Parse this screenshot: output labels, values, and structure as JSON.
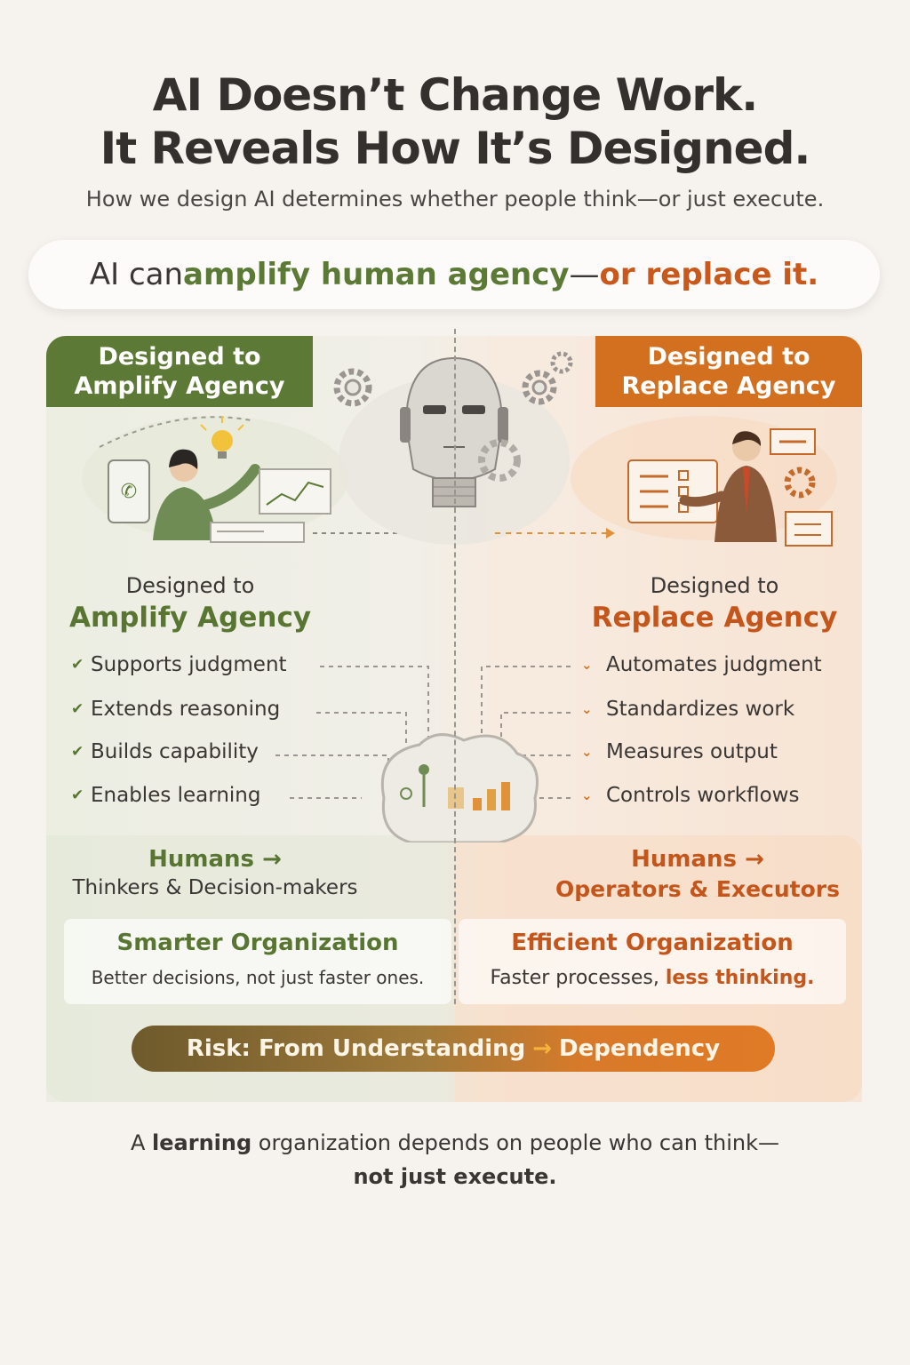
{
  "title_line1": "AI Doesn’t Change Work.",
  "title_line2": "It Reveals How It’s Designed.",
  "subtitle": "How we design AI determines whether people think—or just execute.",
  "pill": {
    "part1": "AI can ",
    "part2": "amplify human agency",
    "part3": "— ",
    "part4": "or replace it."
  },
  "left": {
    "header": "Designed to Amplify Agency",
    "designed_to": "Designed to",
    "agency": "Amplify Agency",
    "items": [
      "Supports judgment",
      "Extends reasoning",
      "Builds capability",
      "Enables learning"
    ],
    "humans": "Humans",
    "role": "Thinkers & Decision-makers",
    "org_title": "Smarter Organization",
    "org_desc": "Better decisions, not just faster ones."
  },
  "right": {
    "header": "Designed to Replace Agency",
    "designed_to": "Designed to",
    "agency": "Replace Agency",
    "items": [
      "Automates judgment",
      "Standardizes work",
      "Measures output",
      "Controls workflows"
    ],
    "humans": "Humans",
    "role": "Operators & Executors",
    "org_title": "Efficient Organization",
    "org_desc": "Faster processes, ",
    "org_desc_em": "less thinking."
  },
  "risk": {
    "text": "Risk: From Understanding",
    "arrow": "→",
    "end": "Dependency"
  },
  "footer": {
    "a": "A ",
    "b": "learning",
    "c": " organization depends on people who can think—",
    "d": "not just execute."
  },
  "icons": [
    "robot-head-icon",
    "gear-icon",
    "lightbulb-icon",
    "phone-icon",
    "chart-icon",
    "document-icon",
    "brain-circuit-icon",
    "check-icon",
    "chevron-down-icon",
    "arrow-right-icon"
  ],
  "colors": {
    "green": "#5c7a36",
    "orange": "#d2701f",
    "background": "#f6f2ee"
  }
}
